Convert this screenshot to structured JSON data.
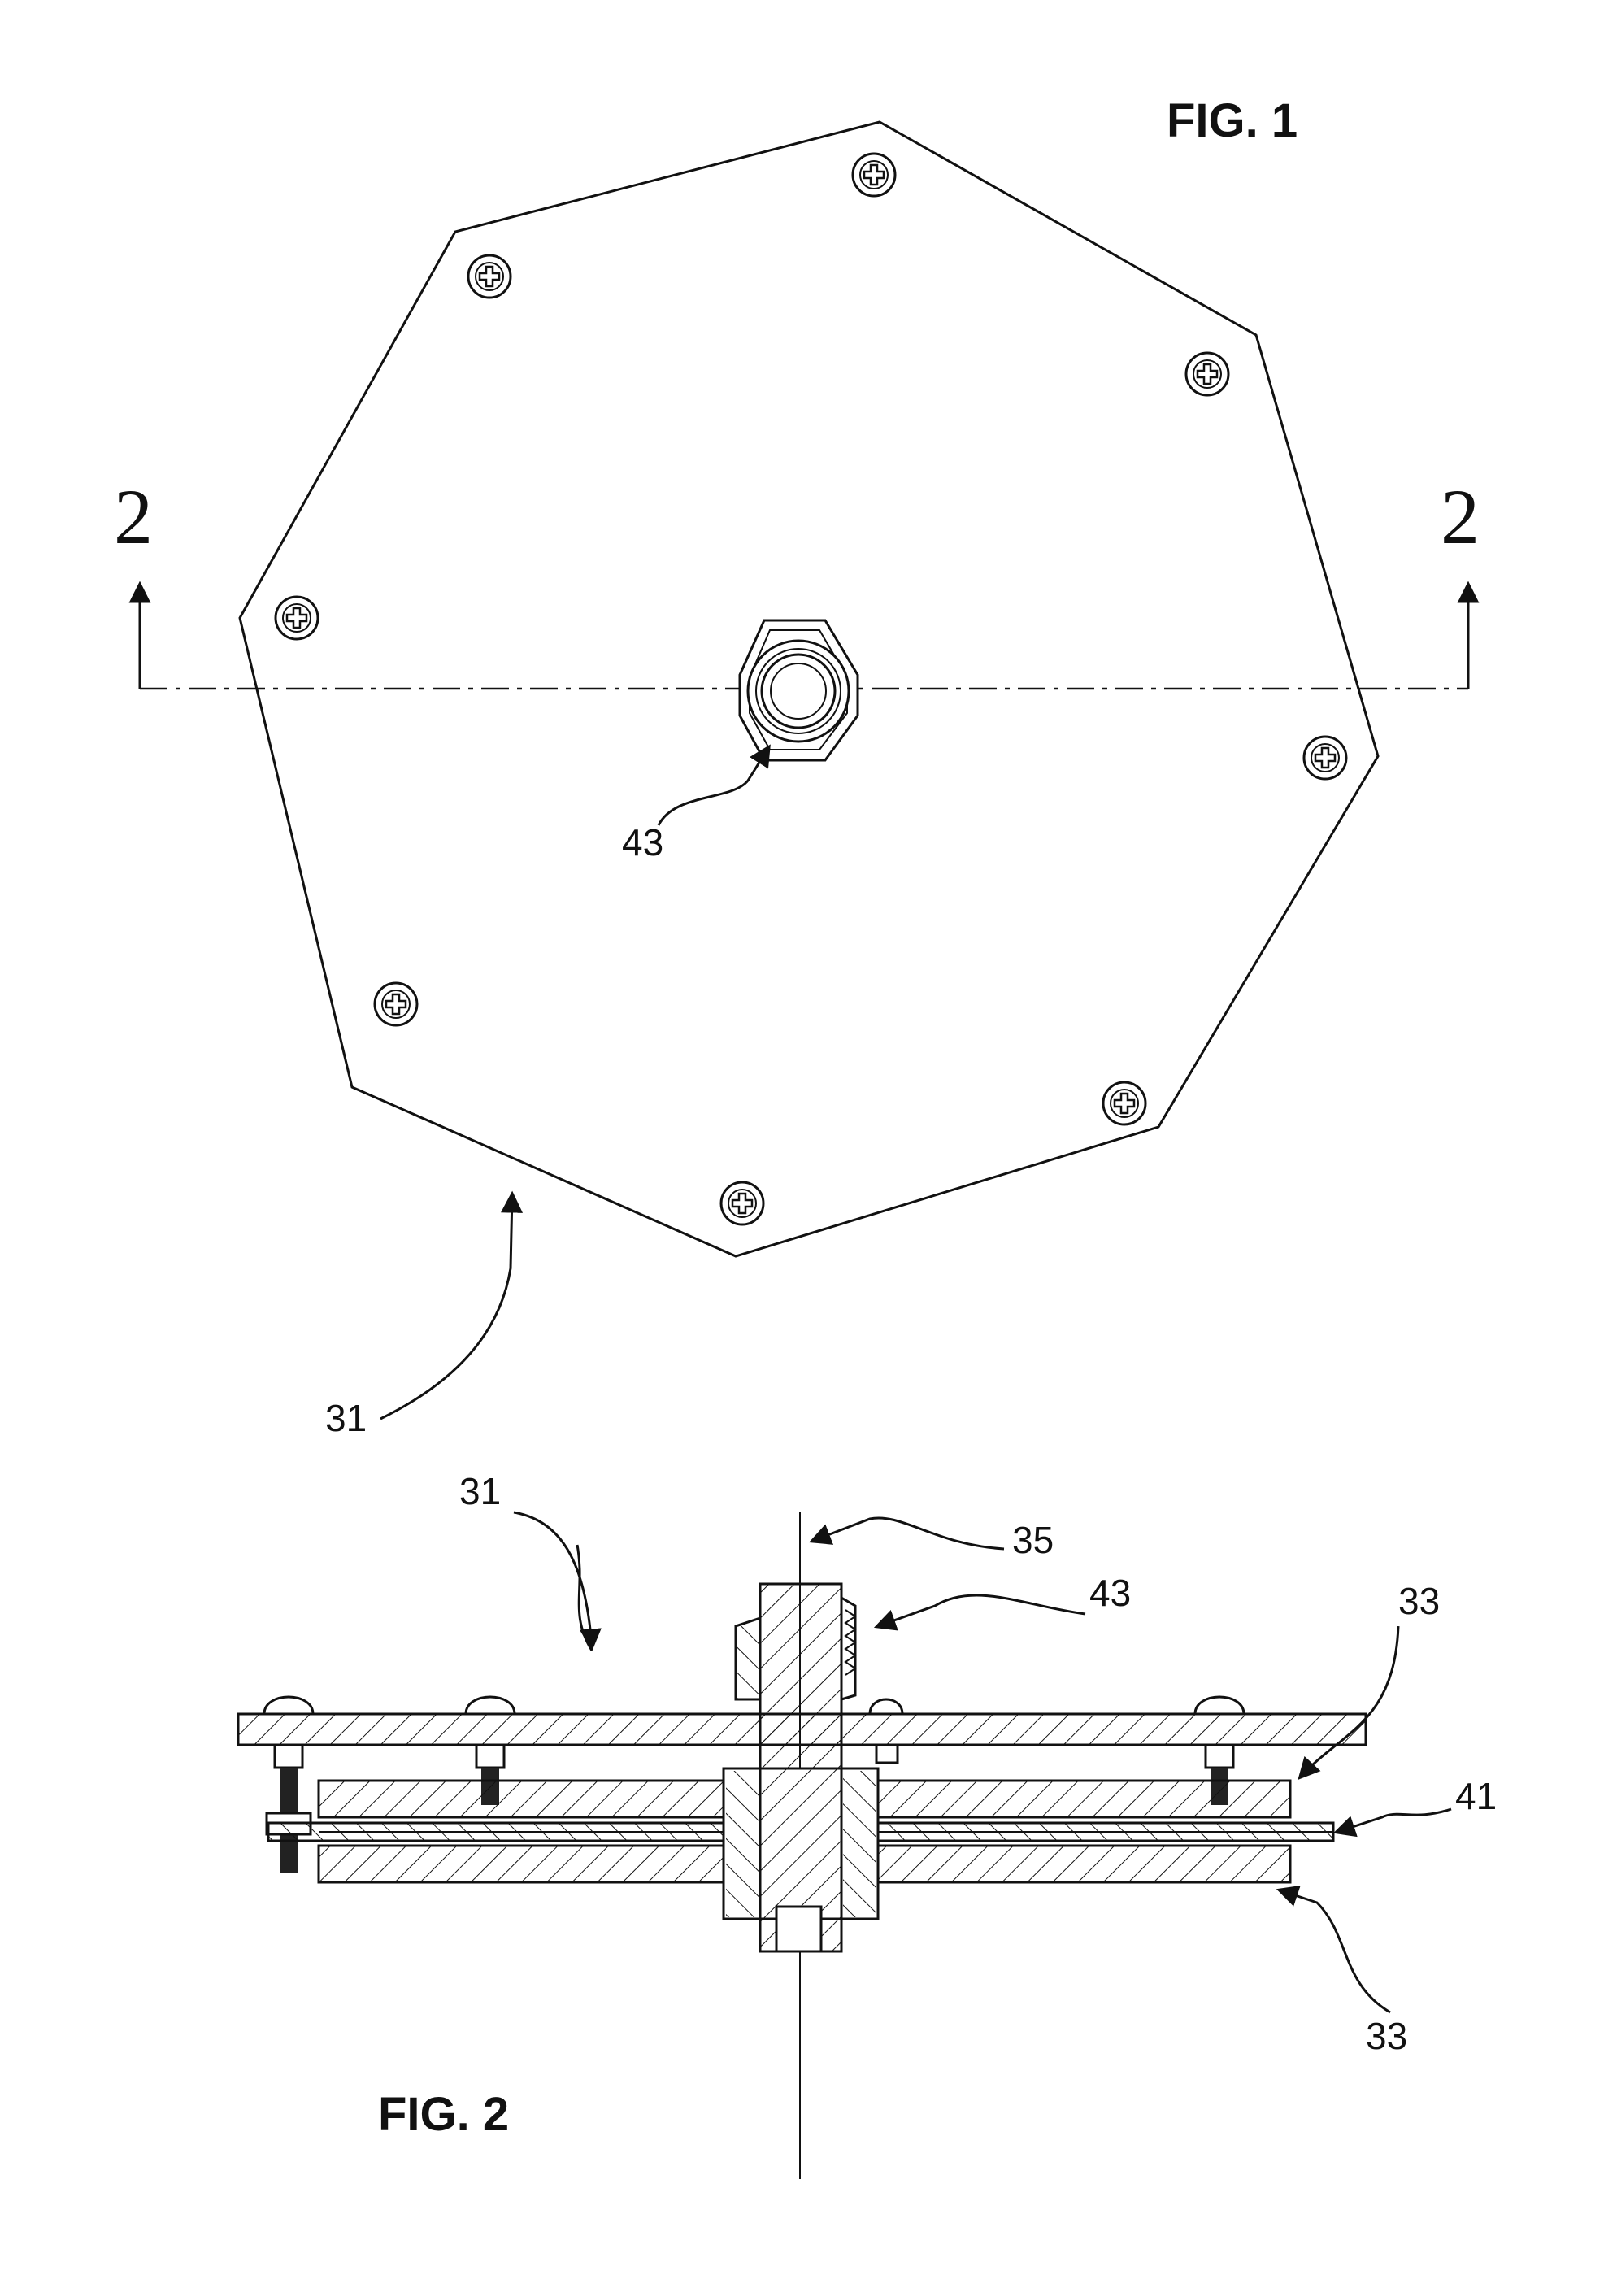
{
  "fig1": {
    "title": "FIG. 1",
    "section_left": "2",
    "section_right": "2",
    "ref_fitting": "43",
    "ref_assembly": "31"
  },
  "fig2": {
    "title": "FIG. 2",
    "ref_assembly": "31",
    "ref_axis": "35",
    "ref_fitting": "43",
    "ref_plate_top": "33",
    "ref_membrane": "41",
    "ref_plate_bottom": "33"
  }
}
